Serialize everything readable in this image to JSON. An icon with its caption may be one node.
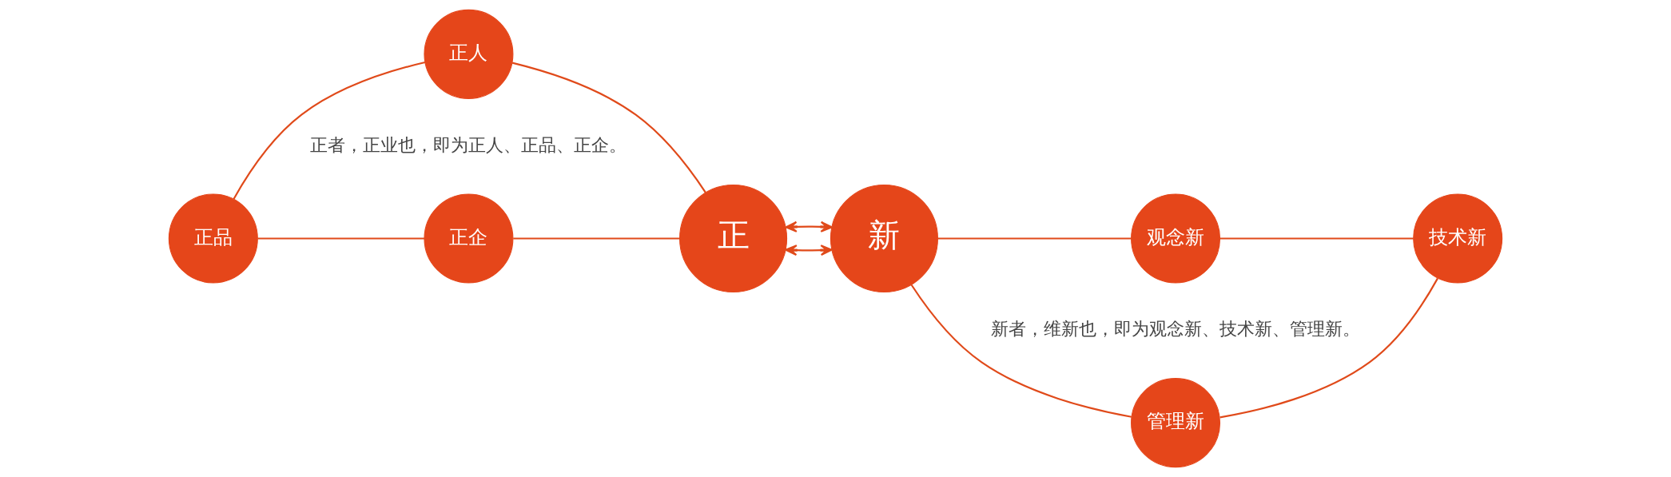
{
  "diagram": {
    "nodes": [
      {
        "text": [
          "正人"
        ]
      },
      {
        "text": [
          "正品"
        ]
      },
      {
        "text": [
          "正企"
        ]
      },
      {
        "text": [
          "正"
        ]
      },
      {
        "text": [
          "新"
        ]
      },
      {
        "text": [
          "观念新"
        ]
      },
      {
        "text": [
          "技术新"
        ]
      },
      {
        "text": [
          "管理新"
        ]
      }
    ],
    "edges": [
      {
        "from": 0,
        "to": 1,
        "arrow": "none"
      },
      {
        "from": 1,
        "to": 2,
        "arrow": "none"
      },
      {
        "from": 2,
        "to": 3,
        "arrow": "none"
      },
      {
        "from": 3,
        "to": 0,
        "arrow": "none"
      },
      {
        "from": 3,
        "to": 4,
        "arrow": "both"
      },
      {
        "from": 3,
        "to": 4,
        "arrow": "both"
      },
      {
        "from": 4,
        "to": 5,
        "arrow": "none"
      },
      {
        "from": 5,
        "to": 6,
        "arrow": "none"
      },
      {
        "from": 6,
        "to": 7,
        "arrow": "none"
      },
      {
        "from": 7,
        "to": 4,
        "arrow": "none"
      }
    ],
    "labels": [
      "正者，正业也，即为正人、正品、正企。",
      "新者，维新也，即为观念新、技术新、管理新。"
    ]
  }
}
